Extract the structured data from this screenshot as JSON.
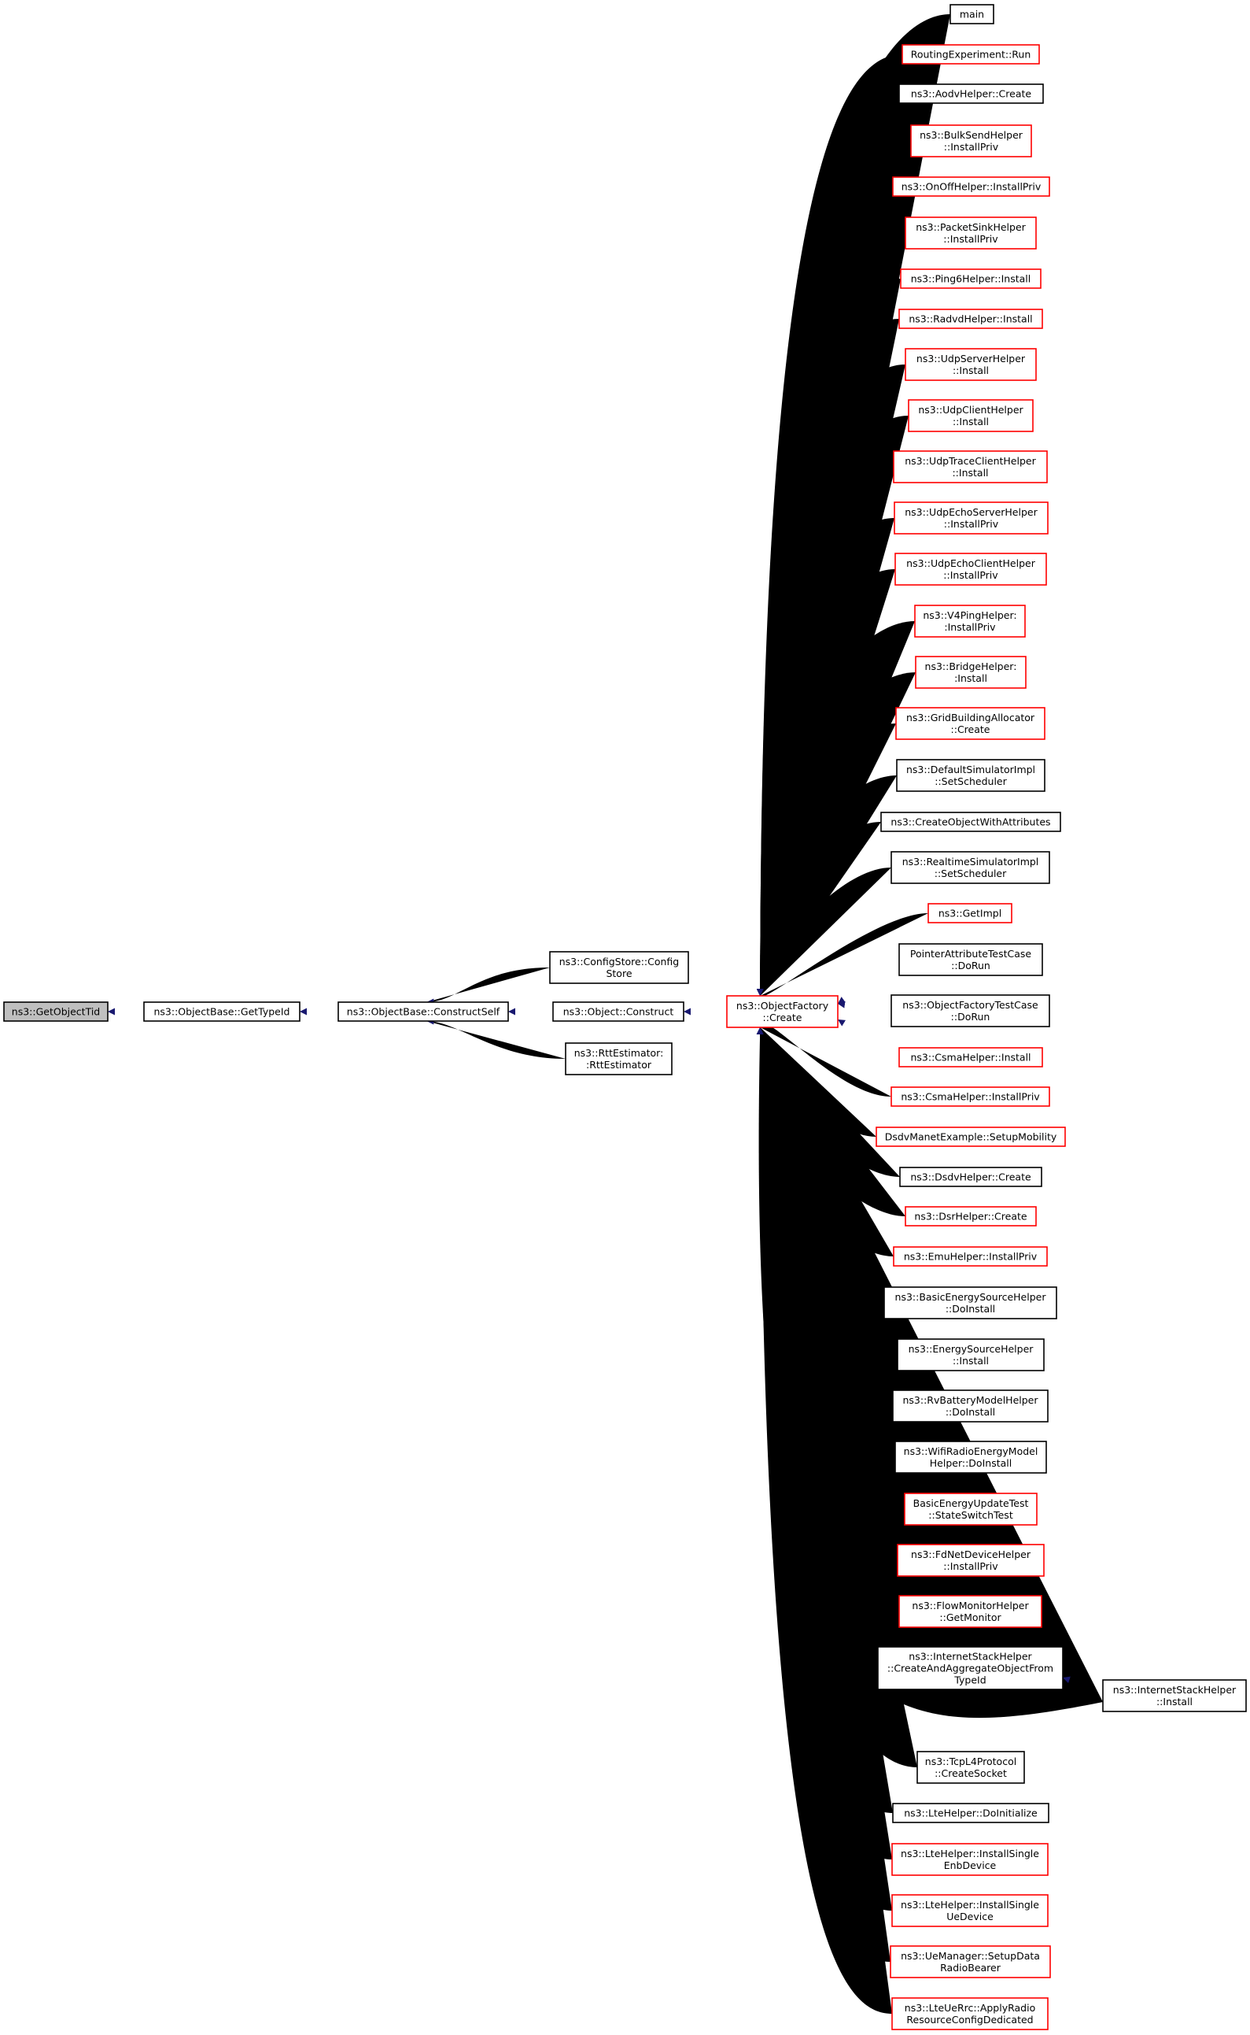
{
  "title": "",
  "colors": {
    "edge": "#191970",
    "border_documented": "#000000",
    "border_undocumented": "#ff0000",
    "focus_fill": "#bfbfbf",
    "node_fill": "#ffffff"
  },
  "nodes": [
    {
      "id": "getobjecttid",
      "lines": [
        "ns3::GetObjectTid"
      ],
      "style": "focus"
    },
    {
      "id": "objectbase-gettypeid",
      "lines": [
        "ns3::ObjectBase::GetTypeId"
      ],
      "style": "black"
    },
    {
      "id": "objectbase-constructself",
      "lines": [
        "ns3::ObjectBase::ConstructSelf"
      ],
      "style": "black"
    },
    {
      "id": "configstore",
      "lines": [
        "ns3::ConfigStore::Config",
        "Store"
      ],
      "style": "black"
    },
    {
      "id": "object-construct",
      "lines": [
        "ns3::Object::Construct"
      ],
      "style": "black"
    },
    {
      "id": "rttestimator",
      "lines": [
        "ns3::RttEstimator:",
        ":RttEstimator"
      ],
      "style": "black"
    },
    {
      "id": "objectfactory-create",
      "lines": [
        "ns3::ObjectFactory",
        "::Create"
      ],
      "style": "red"
    },
    {
      "id": "main",
      "lines": [
        "main"
      ],
      "style": "black"
    },
    {
      "id": "routingexperiment-run",
      "lines": [
        "RoutingExperiment::Run"
      ],
      "style": "red"
    },
    {
      "id": "aodvhelper-create",
      "lines": [
        "ns3::AodvHelper::Create"
      ],
      "style": "black"
    },
    {
      "id": "bulksendhelper-installpriv",
      "lines": [
        "ns3::BulkSendHelper",
        "::InstallPriv"
      ],
      "style": "red"
    },
    {
      "id": "onoffhelper-installpriv",
      "lines": [
        "ns3::OnOffHelper::InstallPriv"
      ],
      "style": "red"
    },
    {
      "id": "packetsinkhelper-installpriv",
      "lines": [
        "ns3::PacketSinkHelper",
        "::InstallPriv"
      ],
      "style": "red"
    },
    {
      "id": "ping6helper-install",
      "lines": [
        "ns3::Ping6Helper::Install"
      ],
      "style": "red"
    },
    {
      "id": "radvdhelper-install",
      "lines": [
        "ns3::RadvdHelper::Install"
      ],
      "style": "red"
    },
    {
      "id": "udpserverhelper-install",
      "lines": [
        "ns3::UdpServerHelper",
        "::Install"
      ],
      "style": "red"
    },
    {
      "id": "udpclienthelper-install",
      "lines": [
        "ns3::UdpClientHelper",
        "::Install"
      ],
      "style": "red"
    },
    {
      "id": "udptraceclienthelper-install",
      "lines": [
        "ns3::UdpTraceClientHelper",
        "::Install"
      ],
      "style": "red"
    },
    {
      "id": "udpechoserverhelper-installpriv",
      "lines": [
        "ns3::UdpEchoServerHelper",
        "::InstallPriv"
      ],
      "style": "red"
    },
    {
      "id": "udpechoclienthelper-installpriv",
      "lines": [
        "ns3::UdpEchoClientHelper",
        "::InstallPriv"
      ],
      "style": "red"
    },
    {
      "id": "v4pinghelper-installpriv",
      "lines": [
        "ns3::V4PingHelper:",
        ":InstallPriv"
      ],
      "style": "red"
    },
    {
      "id": "bridgehelper-install",
      "lines": [
        "ns3::BridgeHelper:",
        ":Install"
      ],
      "style": "red"
    },
    {
      "id": "gridbuildingallocator-create",
      "lines": [
        "ns3::GridBuildingAllocator",
        "::Create"
      ],
      "style": "red"
    },
    {
      "id": "defaultsimulatorimpl-setscheduler",
      "lines": [
        "ns3::DefaultSimulatorImpl",
        "::SetScheduler"
      ],
      "style": "black"
    },
    {
      "id": "createobjectwithattributes",
      "lines": [
        "ns3::CreateObjectWithAttributes"
      ],
      "style": "black"
    },
    {
      "id": "realtimesimulatorimpl-setscheduler",
      "lines": [
        "ns3::RealtimeSimulatorImpl",
        "::SetScheduler"
      ],
      "style": "black"
    },
    {
      "id": "getimpl",
      "lines": [
        "ns3::GetImpl"
      ],
      "style": "red"
    },
    {
      "id": "pointerattributetestcase-dorun",
      "lines": [
        "PointerAttributeTestCase",
        "::DoRun"
      ],
      "style": "black"
    },
    {
      "id": "objectfactorytestcase-dorun",
      "lines": [
        "ns3::ObjectFactoryTestCase",
        "::DoRun"
      ],
      "style": "black"
    },
    {
      "id": "csmahelper-install",
      "lines": [
        "ns3::CsmaHelper::Install"
      ],
      "style": "red"
    },
    {
      "id": "csmahelper-installpriv",
      "lines": [
        "ns3::CsmaHelper::InstallPriv"
      ],
      "style": "red"
    },
    {
      "id": "dsdvmanetexample-setupmobility",
      "lines": [
        "DsdvManetExample::SetupMobility"
      ],
      "style": "red"
    },
    {
      "id": "dsdvhelper-create",
      "lines": [
        "ns3::DsdvHelper::Create"
      ],
      "style": "black"
    },
    {
      "id": "dsrhelper-create",
      "lines": [
        "ns3::DsrHelper::Create"
      ],
      "style": "red"
    },
    {
      "id": "emuhelper-installpriv",
      "lines": [
        "ns3::EmuHelper::InstallPriv"
      ],
      "style": "red"
    },
    {
      "id": "basicenergysourcehelper-doinstall",
      "lines": [
        "ns3::BasicEnergySourceHelper",
        "::DoInstall"
      ],
      "style": "black"
    },
    {
      "id": "energysourcehelper-install",
      "lines": [
        "ns3::EnergySourceHelper",
        "::Install"
      ],
      "style": "black"
    },
    {
      "id": "rvbatterymodelhelper-doinstall",
      "lines": [
        "ns3::RvBatteryModelHelper",
        "::DoInstall"
      ],
      "style": "black"
    },
    {
      "id": "wifiradioenergymodelhelper-doinstall",
      "lines": [
        "ns3::WifiRadioEnergyModel",
        "Helper::DoInstall"
      ],
      "style": "black"
    },
    {
      "id": "basicenergyupdatetest-stateswitchtest",
      "lines": [
        "BasicEnergyUpdateTest",
        "::StateSwitchTest"
      ],
      "style": "red"
    },
    {
      "id": "fdnetdevicehelper-installpriv",
      "lines": [
        "ns3::FdNetDeviceHelper",
        "::InstallPriv"
      ],
      "style": "red"
    },
    {
      "id": "flowmonitorhelper-getmonitor",
      "lines": [
        "ns3::FlowMonitorHelper",
        "::GetMonitor"
      ],
      "style": "red"
    },
    {
      "id": "internetstackhelper-createandaggregate",
      "lines": [
        "ns3::InternetStackHelper",
        "::CreateAndAggregateObjectFrom",
        "TypeId"
      ],
      "style": "black"
    },
    {
      "id": "internetstackhelper-install",
      "lines": [
        "ns3::InternetStackHelper",
        "::Install"
      ],
      "style": "black"
    },
    {
      "id": "tcpl4protocol-createsocket",
      "lines": [
        "ns3::TcpL4Protocol",
        "::CreateSocket"
      ],
      "style": "black"
    },
    {
      "id": "ltehelper-doinitialize",
      "lines": [
        "ns3::LteHelper::DoInitialize"
      ],
      "style": "black"
    },
    {
      "id": "ltehelper-installsingleenbdevice",
      "lines": [
        "ns3::LteHelper::InstallSingle",
        "EnbDevice"
      ],
      "style": "red"
    },
    {
      "id": "ltehelper-installsingleuedevice",
      "lines": [
        "ns3::LteHelper::InstallSingle",
        "UeDevice"
      ],
      "style": "red"
    },
    {
      "id": "uemanager-setupdataradiobearer",
      "lines": [
        "ns3::UeManager::SetupData",
        "RadioBearer"
      ],
      "style": "red"
    },
    {
      "id": "lteuerrc-applyradioresourceconfigdedicated",
      "lines": [
        "ns3::LteUeRrc::ApplyRadio",
        "ResourceConfigDedicated"
      ],
      "style": "red"
    }
  ]
}
